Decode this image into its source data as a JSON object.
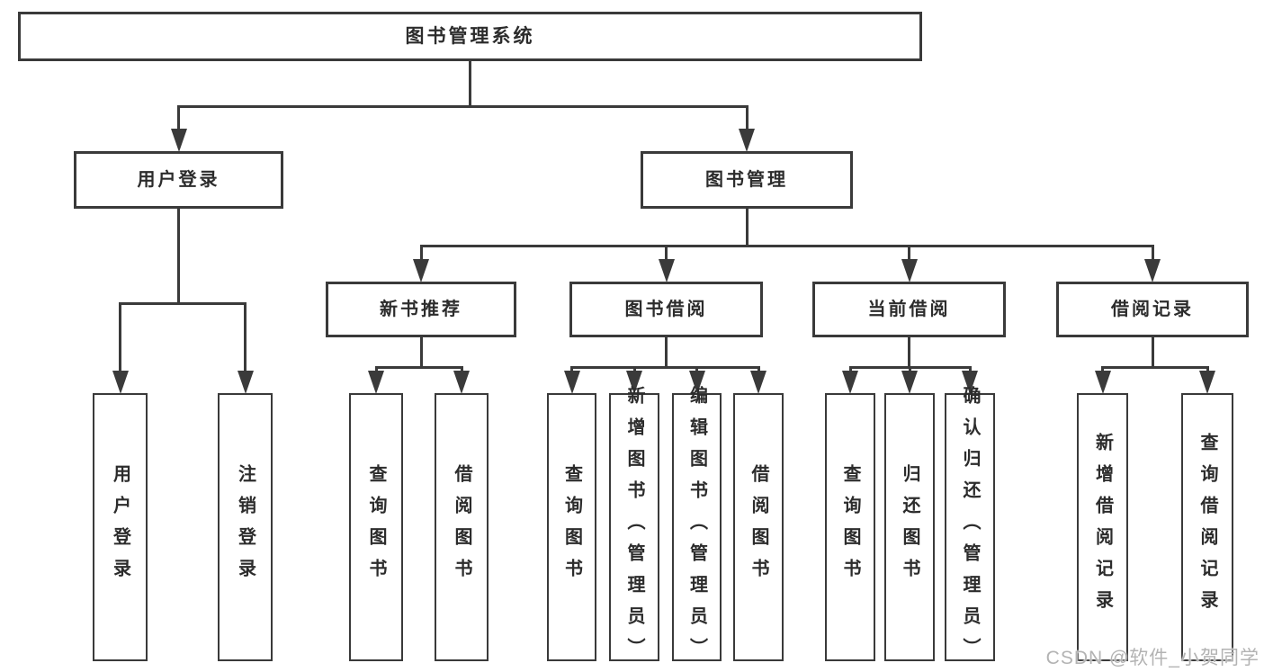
{
  "diagram": {
    "type": "tree",
    "title": "图书管理系统",
    "watermark": "CSDN @软件_小贺同学",
    "colors": {
      "line": "#3a3a3a",
      "text": "#2c2c2c",
      "box_background": "#ffffff",
      "page_background": "#ffffff",
      "watermark": "#b3b3b3"
    },
    "nodes": [
      {
        "id": "root",
        "label": "图书管理系统",
        "parent": null
      },
      {
        "id": "user-login",
        "label": "用户登录",
        "parent": "root"
      },
      {
        "id": "book-mgmt",
        "label": "图书管理",
        "parent": "root"
      },
      {
        "id": "new-book-rec",
        "label": "新书推荐",
        "parent": "book-mgmt"
      },
      {
        "id": "book-borrow",
        "label": "图书借阅",
        "parent": "book-mgmt"
      },
      {
        "id": "current-borrow",
        "label": "当前借阅",
        "parent": "book-mgmt"
      },
      {
        "id": "borrow-records",
        "label": "借阅记录",
        "parent": "book-mgmt"
      },
      {
        "id": "login-leaf",
        "label": "用户登录",
        "parent": "user-login"
      },
      {
        "id": "logout-leaf",
        "label": "注销登录",
        "parent": "user-login"
      },
      {
        "id": "nbr-query",
        "label": "查询图书",
        "parent": "new-book-rec"
      },
      {
        "id": "nbr-borrow",
        "label": "借阅图书",
        "parent": "new-book-rec"
      },
      {
        "id": "bb-query",
        "label": "查询图书",
        "parent": "book-borrow"
      },
      {
        "id": "bb-add",
        "label": "新增图书（管理员）",
        "parent": "book-borrow"
      },
      {
        "id": "bb-edit",
        "label": "编辑图书（管理员）",
        "parent": "book-borrow"
      },
      {
        "id": "bb-borrow",
        "label": "借阅图书",
        "parent": "book-borrow"
      },
      {
        "id": "cb-query",
        "label": "查询图书",
        "parent": "current-borrow"
      },
      {
        "id": "cb-return",
        "label": "归还图书",
        "parent": "current-borrow"
      },
      {
        "id": "cb-confirm",
        "label": "确认归还（管理员）",
        "parent": "current-borrow"
      },
      {
        "id": "br-add",
        "label": "新增借阅记录",
        "parent": "borrow-records"
      },
      {
        "id": "br-query",
        "label": "查询借阅记录",
        "parent": "borrow-records"
      }
    ]
  }
}
